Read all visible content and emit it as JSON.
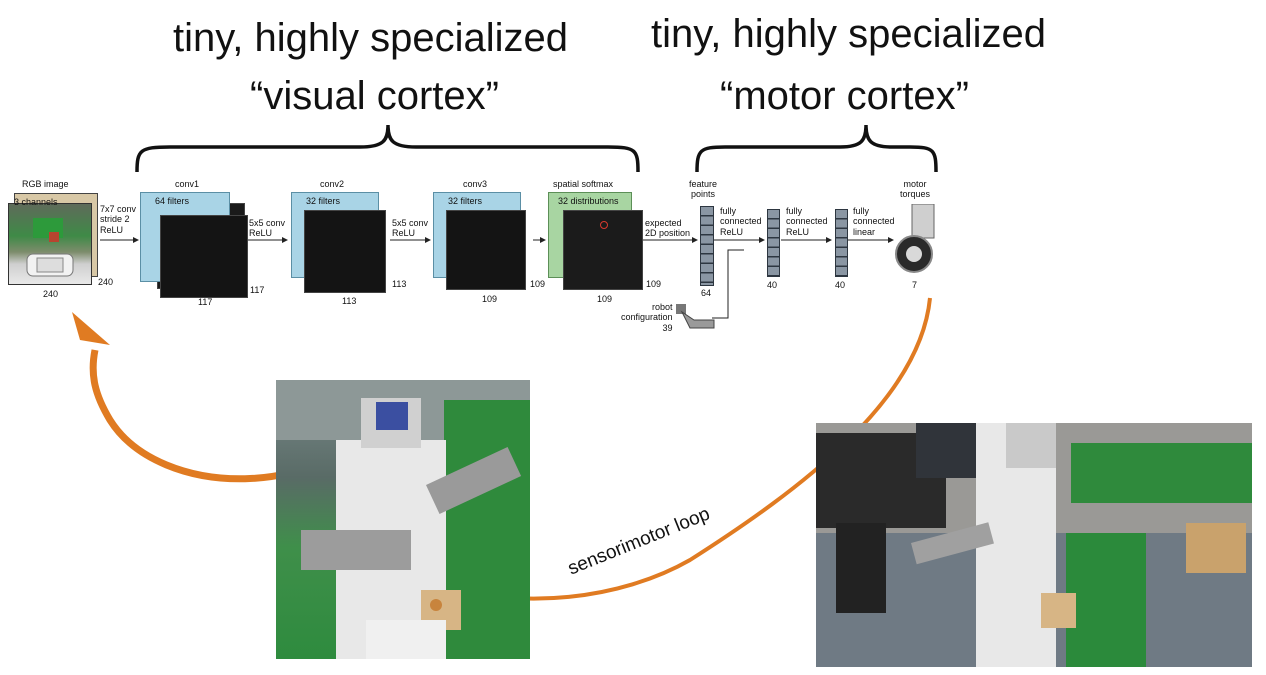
{
  "headlines": {
    "visual_line1": "tiny, highly specialized",
    "visual_line2": "“visual cortex”",
    "motor_line1": "tiny, highly specialized",
    "motor_line2": "“motor cortex”"
  },
  "network": {
    "rgb_title": "RGB image",
    "rgb_channels": "3 channels",
    "rgb_width": "240",
    "rgb_height": "240",
    "op1": "7x7 conv\nstride 2\nReLU",
    "conv1_title": "conv1",
    "conv1_filters": "64 filters",
    "conv1_width": "117",
    "conv1_height": "117",
    "op2": "5x5 conv\nReLU",
    "conv2_title": "conv2",
    "conv2_filters": "32 filters",
    "conv2_width": "113",
    "conv2_height": "113",
    "op3": "5x5 conv\nReLU",
    "conv3_title": "conv3",
    "conv3_filters": "32 filters",
    "conv3_width": "109",
    "conv3_height": "109",
    "ss_title": "spatial softmax",
    "ss_dist": "32 distributions",
    "ss_width": "109",
    "ss_height": "109",
    "expected": "expected\n2D position",
    "fp_title": "feature\npoints",
    "fp_count": "64",
    "robot_config": "robot\nconfiguration\n39",
    "fc1": "fully\nconnected\nReLU",
    "fc1_count": "40",
    "fc2": "fully\nconnected\nReLU",
    "fc2_count": "40",
    "fc3": "fully\nconnected\nlinear",
    "motor_title": "motor\ntorques",
    "motor_count": "7"
  },
  "loop_label": "sensorimotor loop",
  "colors": {
    "arrow_orange": "#e07b22",
    "conv_blue": "#a9d4e6",
    "softmax_green": "#a8d5a2",
    "rgb_tan": "#d8c8a6",
    "fc_gray": "#8a96a3"
  }
}
